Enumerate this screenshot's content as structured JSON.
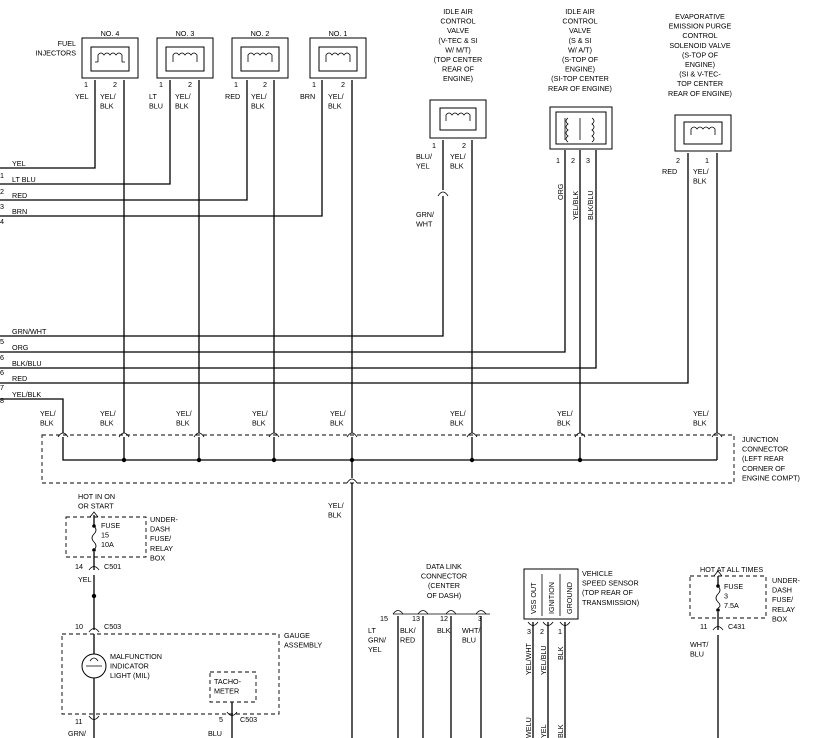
{
  "injectors": {
    "label": "FUEL\nINJECTORS",
    "items": [
      {
        "name": "NO. 4",
        "pin1": "1",
        "pin2": "2",
        "w1": "YEL",
        "w2": "YEL/\nBLK"
      },
      {
        "name": "NO. 3",
        "pin1": "1",
        "pin2": "2",
        "w1": "LT\nBLU",
        "w2": "YEL/\nBLK"
      },
      {
        "name": "NO. 2",
        "pin1": "1",
        "pin2": "2",
        "w1": "RED",
        "w2": "YEL/\nBLK"
      },
      {
        "name": "NO. 1",
        "pin1": "1",
        "pin2": "2",
        "w1": "BRN",
        "w2": "YEL/\nBLK"
      }
    ]
  },
  "iacv1": {
    "label": "IDLE AIR\nCONTROL\nVALVE\n(V-TEC & SI\nW/ M/T)\n(TOP CENTER\nREAR OF\nENGINE)",
    "pin1": "1",
    "pin2": "2",
    "w1": "BLU/\nYEL",
    "w2": "YEL/\nBLK",
    "w1b": "GRN/\nWHT"
  },
  "iacv2": {
    "label": "IDLE AIR\nCONTROL\nVALVE\n(S & SI\nW/ A/T)\n(S-TOP OF\nENGINE)\n(SI-TOP CENTER\nREAR OF ENGINE)",
    "pin1": "1",
    "pin2": "2",
    "pin3": "3",
    "w1": "ORG",
    "w2": "YEL/BLK",
    "w3": "BLK/BLU"
  },
  "evap": {
    "label": "EVAPORATIVE\nEMISSION PURGE\nCONTROL\nSOLENOID VALVE\n(S-TOP OF\nENGINE)\n(SI & V-TEC-\nTOP CENTER\nREAR OF ENGINE)",
    "pin1": "1",
    "pin2": "2",
    "w1": "YEL/\nBLK",
    "w2": "RED"
  },
  "left_wires": [
    {
      "num": "1",
      "label": "YEL"
    },
    {
      "num": "2",
      "label": "LT BLU"
    },
    {
      "num": "3",
      "label": "RED"
    },
    {
      "num": "4",
      "label": "BRN"
    },
    {
      "num": "5",
      "label": "GRN/WHT"
    },
    {
      "num": "6",
      "label": "ORG"
    },
    {
      "num": "6",
      "label": "BLK/BLU"
    },
    {
      "num": "7",
      "label": "RED"
    },
    {
      "num": "8",
      "label": "YEL/BLK"
    }
  ],
  "junction": {
    "label": "JUNCTION\nCONNECTOR\n(LEFT REAR\nCORNER OF\nENGINE COMPT)",
    "wire_label": "YEL/\nBLK",
    "out_label": "YEL/\nBLK"
  },
  "fuse15": {
    "hot": "HOT IN ON\nOR START",
    "fuse": "FUSE\n15\n10A",
    "box": "UNDER-\nDASH\nFUSE/\nRELAY\nBOX",
    "pin": "14",
    "conn": "C501",
    "wire": "YEL"
  },
  "gauge": {
    "pin": "10",
    "conn": "C503",
    "label": "GAUGE\nASSEMBLY",
    "mil": "MALFUNCTION\nINDICATOR\nLIGHT (MIL)",
    "tach": "TACHO-\nMETER",
    "pin11": "11",
    "w11": "GRN/",
    "pin5": "5",
    "conn2": "C503",
    "w5": "BLU"
  },
  "dlc": {
    "label": "DATA LINK\nCONNECTOR\n(CENTER\nOF DASH)",
    "pins": [
      {
        "pin": "15",
        "wire": "LT\nGRN/\nYEL"
      },
      {
        "pin": "13",
        "wire": "BLK/\nRED"
      },
      {
        "pin": "12",
        "wire": "BLK"
      },
      {
        "pin": "3",
        "wire": "WHT/\nBLU"
      }
    ]
  },
  "vss": {
    "label": "VEHICLE\nSPEED SENSOR\n(TOP REAR OF\nTRANSMISSION)",
    "terms": [
      "VSS OUT",
      "IGNITION",
      "GROUND"
    ],
    "pins": [
      "3",
      "2",
      "1"
    ],
    "wires": [
      "YEL/WHT",
      "YEL/BLU",
      "BLK"
    ],
    "wires_bottom": [
      "WELU",
      "YEL",
      "BLK"
    ]
  },
  "fuse3": {
    "hot": "HOT AT ALL TIMES",
    "fuse": "FUSE\n3\n7.5A",
    "box": "UNDER-\nDASH\nFUSE/\nRELAY\nBOX",
    "pin": "11",
    "conn": "C431",
    "wire": "WHT/\nBLU"
  }
}
